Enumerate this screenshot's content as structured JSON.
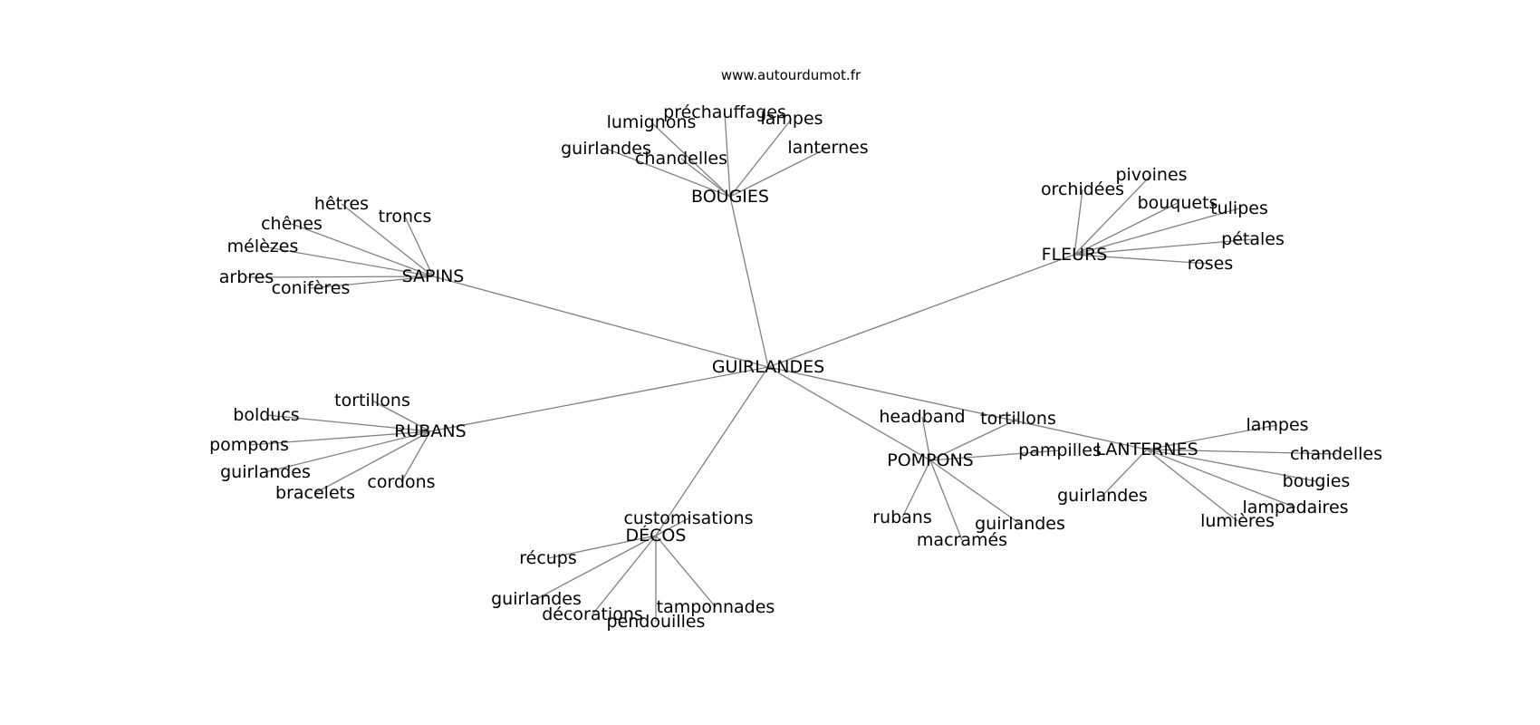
{
  "source_text": "www.autourdumot.fr",
  "edge_color": "#808080",
  "text_color": "#000000",
  "center": "GUIRLANDES",
  "groups": [
    {
      "name": "BOUGIES",
      "words": [
        "préchauffages",
        "lumignons",
        "lampes",
        "guirlandes",
        "chandelles",
        "lanternes"
      ]
    },
    {
      "name": "SAPINS",
      "words": [
        "hêtres",
        "troncs",
        "chênes",
        "mélèzes",
        "arbres",
        "conifères"
      ]
    },
    {
      "name": "FLEURS",
      "words": [
        "orchidées",
        "pivoines",
        "bouquets",
        "tulipes",
        "pétales",
        "roses"
      ]
    },
    {
      "name": "RUBANS",
      "words": [
        "tortillons",
        "bolducs",
        "pompons",
        "guirlandes",
        "bracelets",
        "cordons"
      ]
    },
    {
      "name": "DÉCOS",
      "words": [
        "customisations",
        "récups",
        "guirlandes",
        "décorations",
        "pendouilles",
        "tamponnades"
      ]
    },
    {
      "name": "POMPONS",
      "words": [
        "headband",
        "tortillons",
        "pampilles",
        "rubans",
        "macramés",
        "guirlandes"
      ]
    },
    {
      "name": "LANTERNES",
      "words": [
        "lampes",
        "chandelles",
        "bougies",
        "guirlandes",
        "lampadaires",
        "lumières"
      ]
    }
  ]
}
